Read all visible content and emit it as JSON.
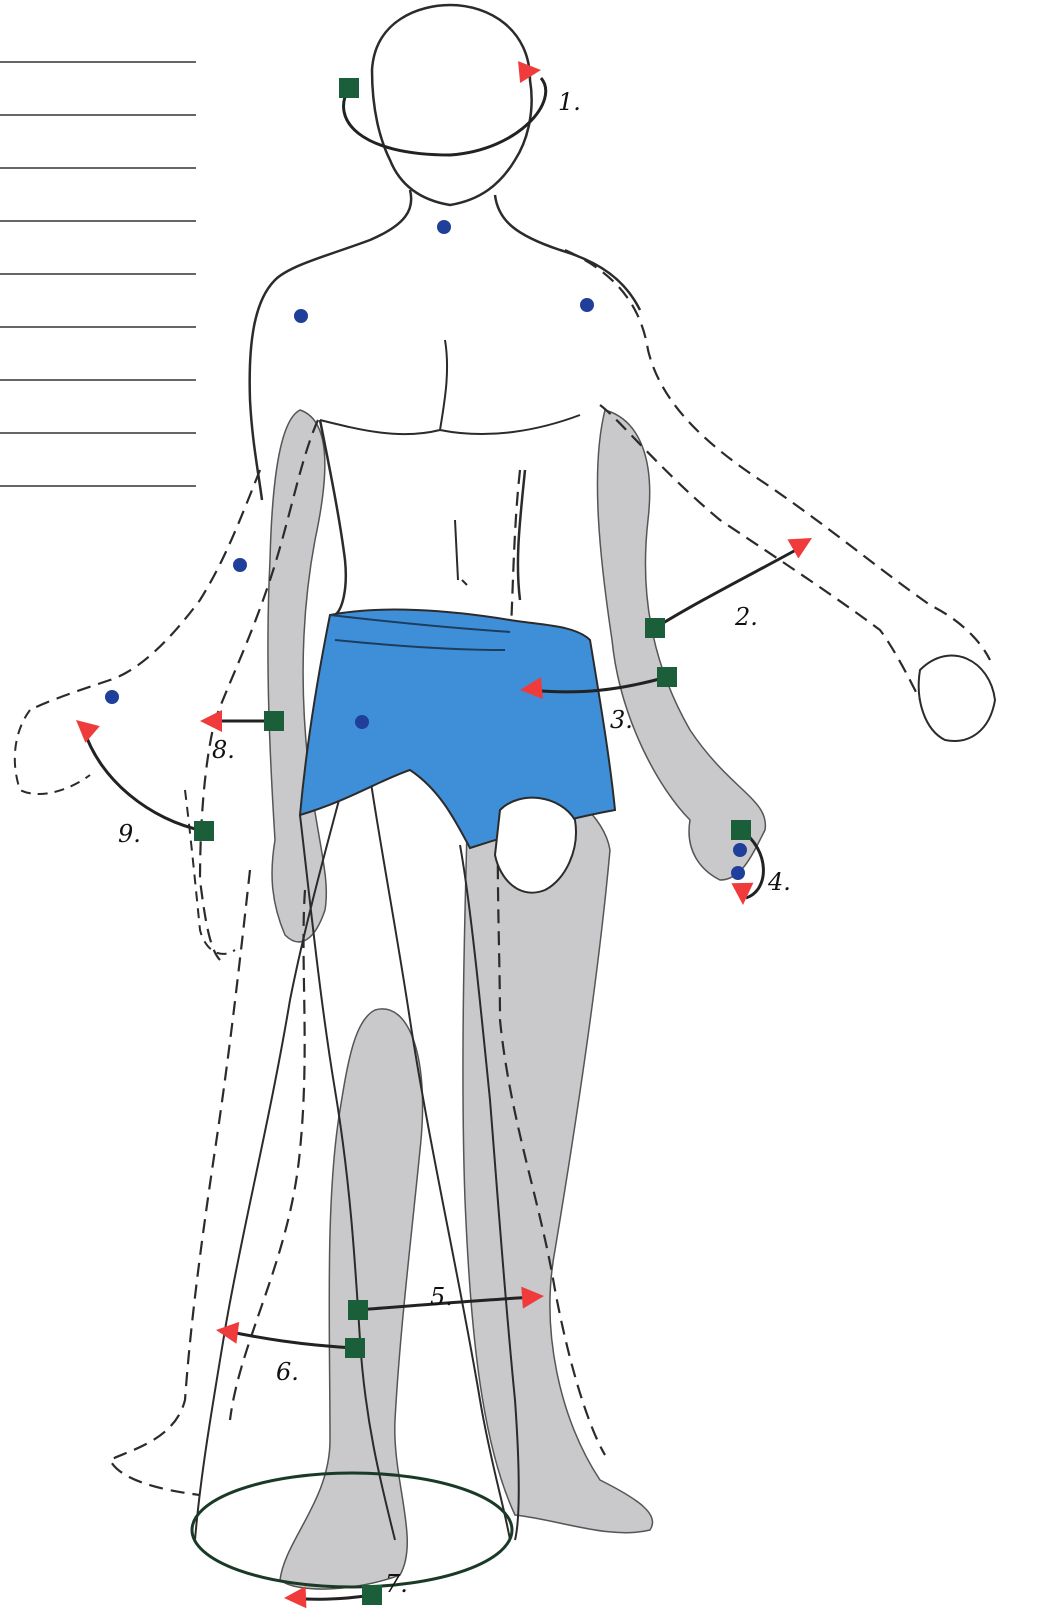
{
  "figure": {
    "answer_lines": 9,
    "colors": {
      "start_marker": "#1b5e3a",
      "end_marker": "#ef3b3b",
      "joint_dot": "#1f3f9a",
      "shorts": "#3f8fd8",
      "moved_limb_shade": "#c9c9cb",
      "outline": "#2b2b2b"
    },
    "movements": [
      {
        "label": "1.",
        "region": "head"
      },
      {
        "label": "2.",
        "region": "left-upper-arm"
      },
      {
        "label": "3.",
        "region": "left-forearm"
      },
      {
        "label": "4.",
        "region": "left-fingers"
      },
      {
        "label": "5.",
        "region": "left-knee"
      },
      {
        "label": "6.",
        "region": "left-lower-leg"
      },
      {
        "label": "7.",
        "region": "feet"
      },
      {
        "label": "8.",
        "region": "right-forearm"
      },
      {
        "label": "9.",
        "region": "right-wrist"
      }
    ],
    "icons": {
      "start": "green-square-icon",
      "end": "red-arrowhead-icon",
      "joint": "blue-dot-icon"
    }
  }
}
